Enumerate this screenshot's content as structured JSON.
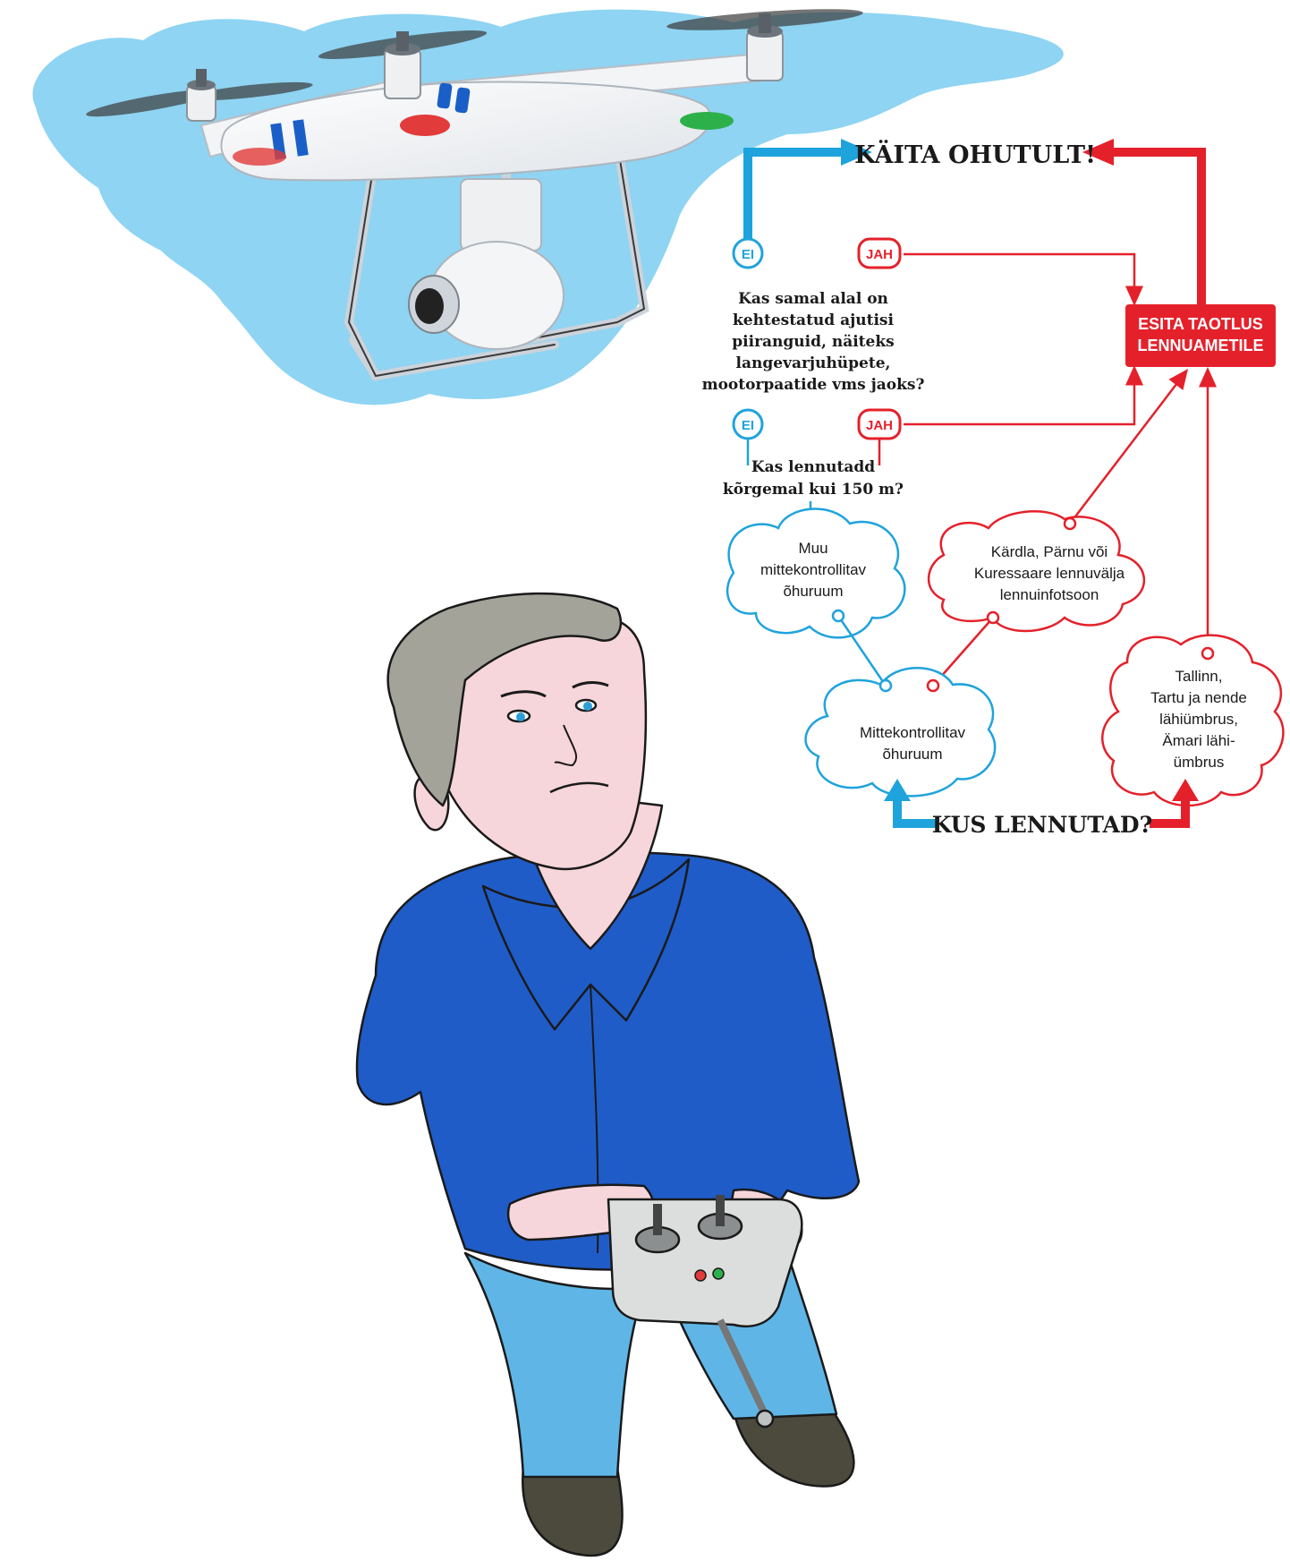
{
  "flowchart": {
    "goal": "KÄITA OHUTULT!",
    "apply_box": [
      "ESITA TAOTLUS",
      "LENNUAMETILE"
    ],
    "question_restrictions": [
      "Kas samal alal on",
      "kehtestatud ajutisi",
      "piiranguid, näiteks",
      "langevarjuhüpete,",
      "mootorpaatide vms jaoks?"
    ],
    "question_altitude": [
      "Kas lennutadd",
      "kõrgemal kui 150 m?"
    ],
    "badge_no": "EI",
    "badge_yes": "JAH",
    "cloud_other_uncontrolled": [
      "Muu",
      "mittekontrollitav",
      "õhuruum"
    ],
    "cloud_fiz": [
      "Kärdla, Pärnu või",
      "Kuressaare lennuvälja",
      "lennuinfotsoon"
    ],
    "cloud_uncontrolled": [
      "Mittekontrollitav",
      "õhuruum"
    ],
    "cloud_controlled": [
      "Tallinn,",
      "Tartu ja nende",
      "lähiümbrus,",
      "Ämari lähi-",
      "ümbrus"
    ],
    "start": "KUS LENNUTAD?"
  },
  "colors": {
    "blue": "#1fa3dc",
    "red": "#e4212b",
    "sky": "#8fd4f2",
    "shirt": "#1f5cc7",
    "jeans": "#5fb6e6",
    "skin": "#f6d6da",
    "hair": "#a3a39a"
  }
}
